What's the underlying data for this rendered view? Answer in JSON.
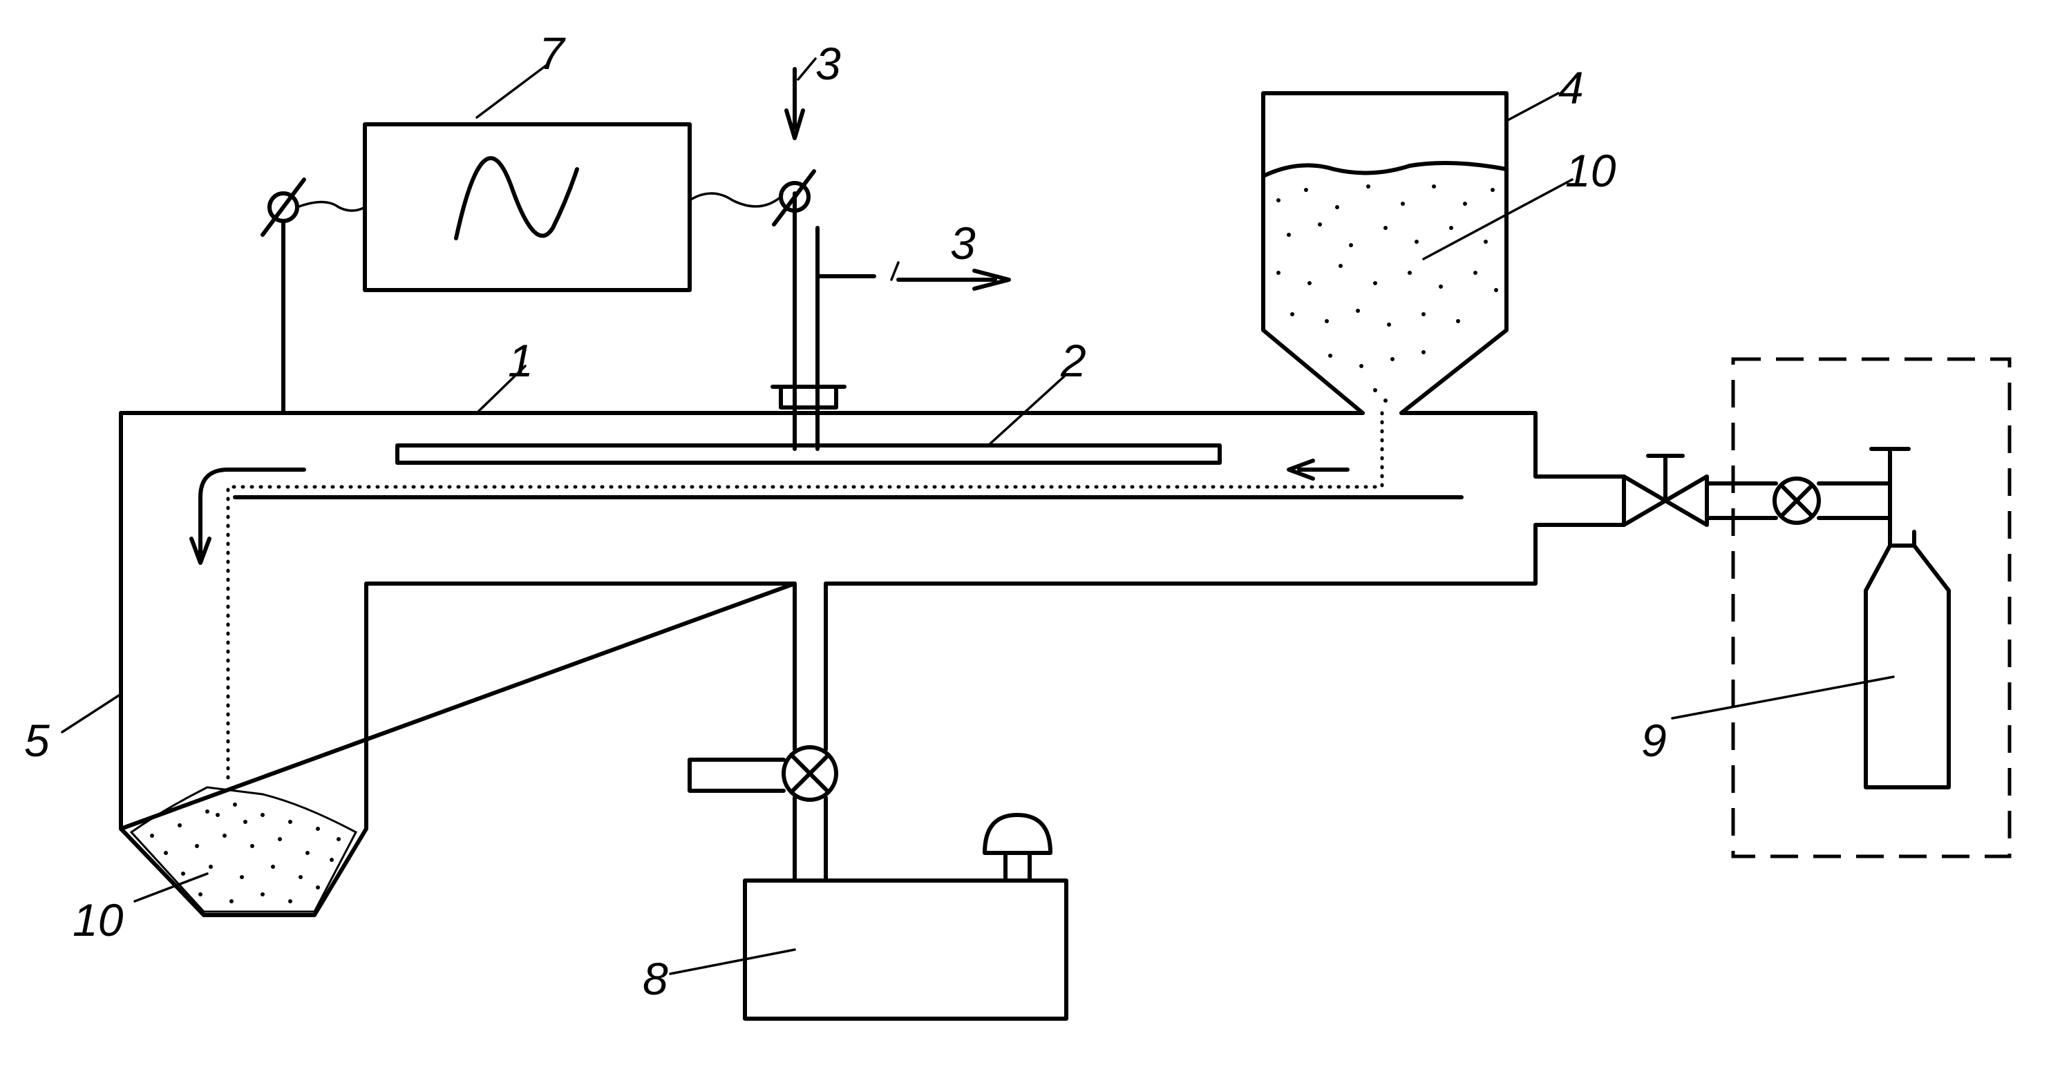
{
  "labels": {
    "l1": "1",
    "l2": "2",
    "l3a": "3",
    "l3b": "3",
    "l4": "4",
    "l5": "5",
    "l7": "7",
    "l8": "8",
    "l9": "9",
    "l10a": "10",
    "l10b": "10"
  }
}
